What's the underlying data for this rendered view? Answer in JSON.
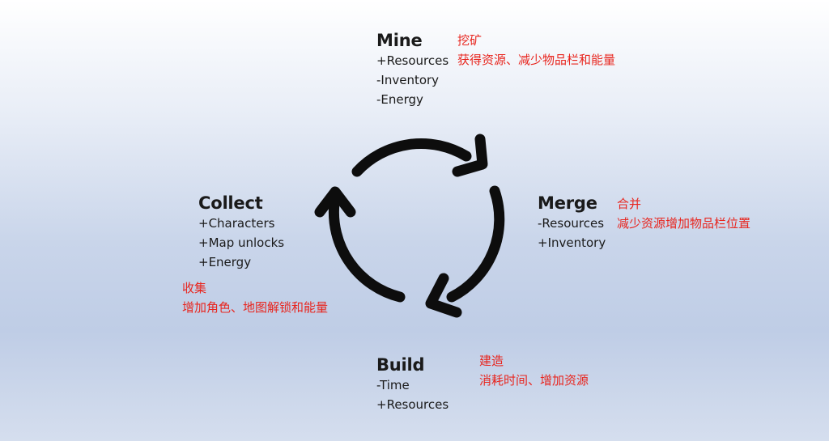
{
  "colors": {
    "text": "#1a1a1a",
    "note": "#e8261f",
    "arrow": "#0d0d0d"
  },
  "nodes": {
    "mine": {
      "title": "Mine",
      "items": [
        "+Resources",
        "-Inventory",
        "-Energy"
      ]
    },
    "merge": {
      "title": "Merge",
      "items": [
        "-Resources",
        "+Inventory"
      ]
    },
    "build": {
      "title": "Build",
      "items": [
        "-Time",
        "+Resources"
      ]
    },
    "collect": {
      "title": "Collect",
      "items": [
        "+Characters",
        "+Map unlocks",
        "+Energy"
      ]
    }
  },
  "notes": {
    "mine": [
      "挖矿",
      "获得资源、减少物品栏和能量"
    ],
    "merge": [
      "合并",
      "减少资源增加物品栏位置"
    ],
    "build": [
      "建造",
      "消耗时间、增加资源"
    ],
    "collect": [
      "收集",
      "增加角色、地图解锁和能量"
    ]
  },
  "arrows": [
    "arrow-mine-to-merge",
    "arrow-merge-to-build",
    "arrow-build-to-collect",
    "arrow-collect-to-mine"
  ]
}
